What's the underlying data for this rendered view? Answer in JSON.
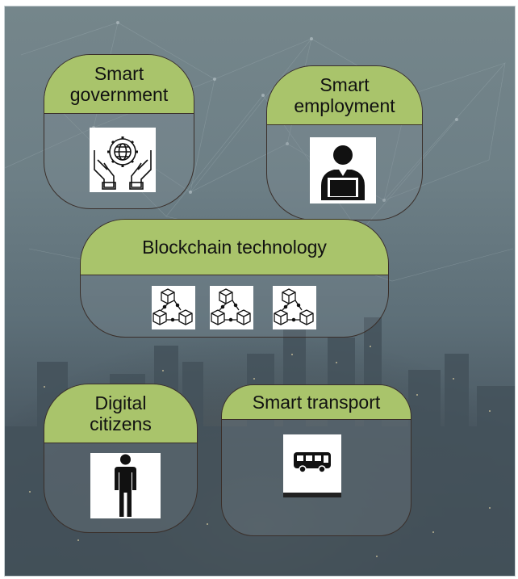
{
  "diagram": {
    "cards": {
      "smart_government": {
        "title_line1": "Smart",
        "title_line2": "government",
        "icon": "hands-gear-globe-icon"
      },
      "smart_employment": {
        "title_line1": "Smart",
        "title_line2": "employment",
        "icon": "person-laptop-icon"
      },
      "blockchain": {
        "title": "Blockchain technology",
        "icons": [
          "blockchain-cubes-icon",
          "blockchain-cubes-icon",
          "blockchain-cubes-icon"
        ]
      },
      "digital_citizens": {
        "title_line1": "Digital",
        "title_line2": "citizens",
        "icon": "person-silhouette-icon"
      },
      "smart_transport": {
        "title": "Smart transport",
        "icon": "bus-icon"
      }
    },
    "colors": {
      "header_fill": "#a9c46b",
      "outline": "#3a2f2a",
      "background": "#6d7f86"
    }
  }
}
